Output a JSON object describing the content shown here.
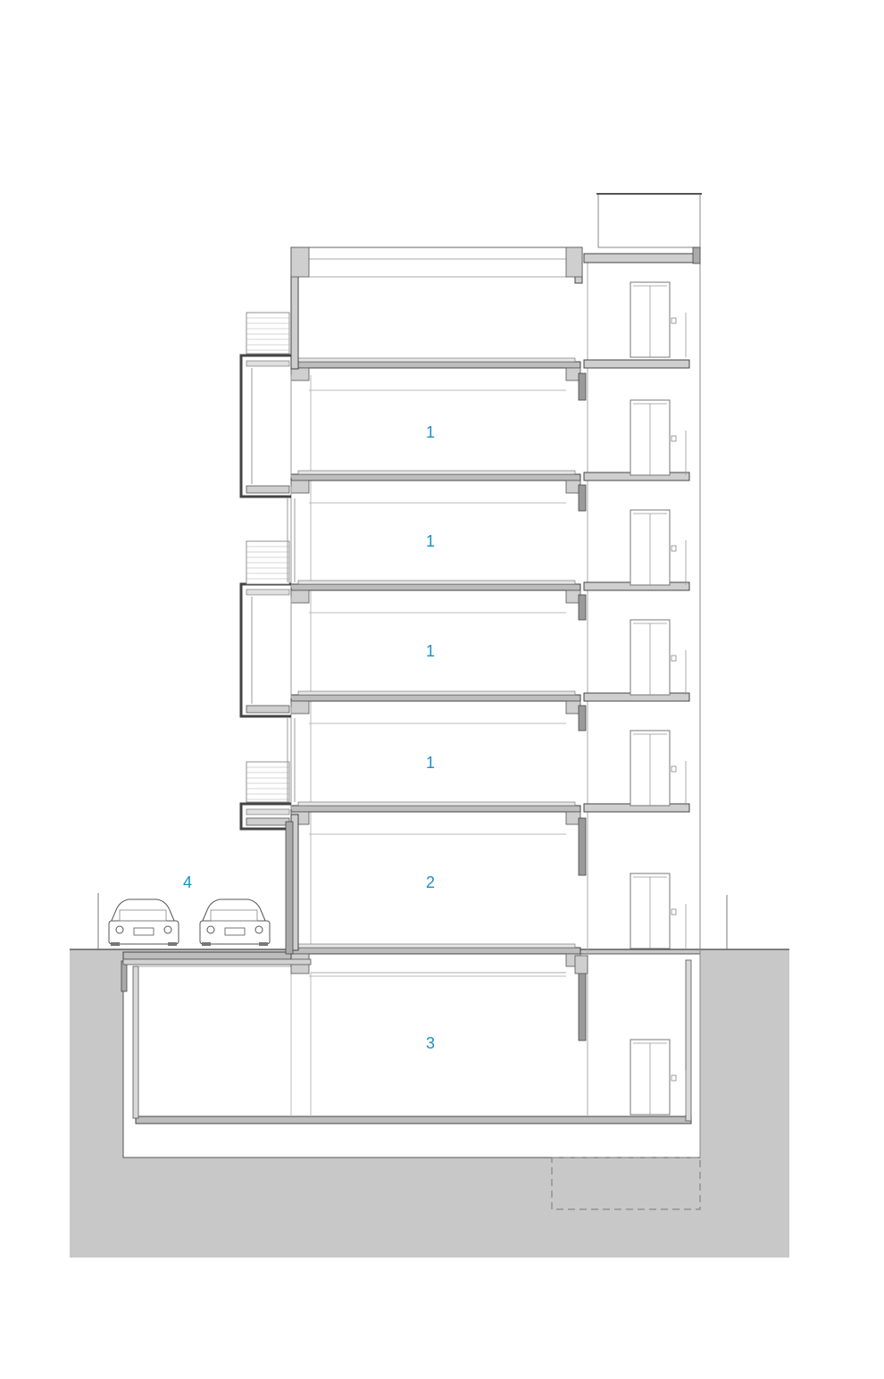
{
  "drawing": {
    "type": "building-section",
    "colors": {
      "label": "#1a8fc4",
      "ground": "#c8c8c8",
      "concrete": "#cfcfcf",
      "line": "#555555",
      "thin_line": "#9a9a9a",
      "background": "#ffffff"
    },
    "room_labels": {
      "floor_5": "1",
      "floor_4": "1",
      "floor_3": "1",
      "floor_2": "1",
      "ground_floor": "2",
      "basement": "3",
      "parking": "4"
    },
    "icons": [
      "car-icon",
      "car-icon",
      "elevator-door-icon",
      "railing-icon"
    ]
  }
}
